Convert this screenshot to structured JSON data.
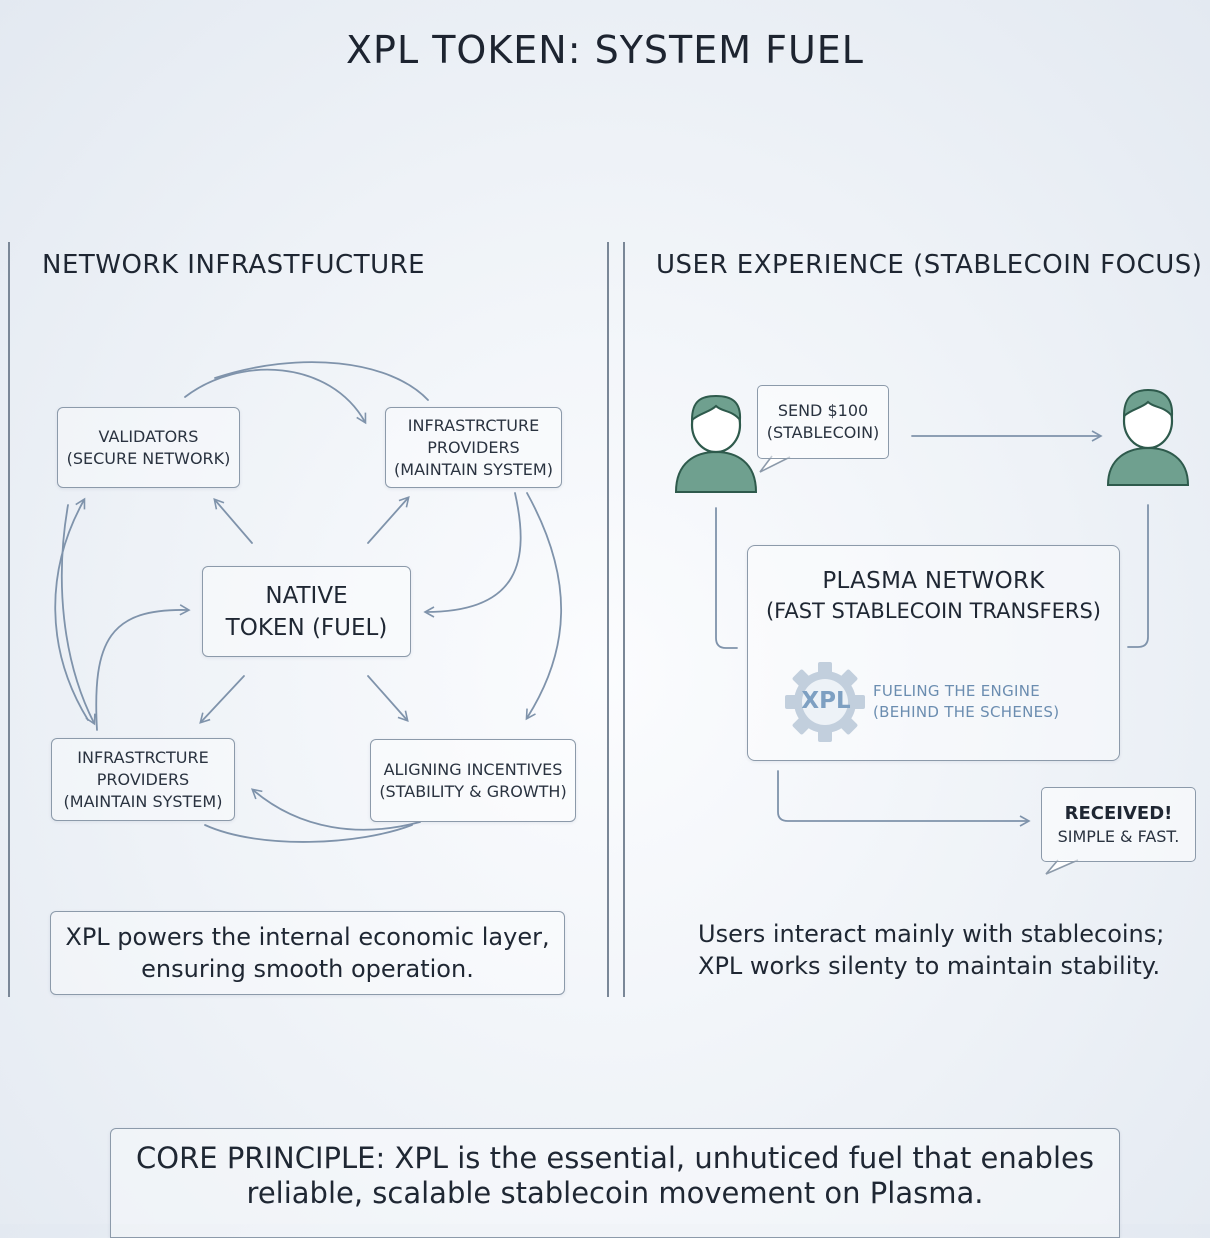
{
  "title": "XPL TOKEN: SYSTEM FUEL",
  "left": {
    "heading": "NETWORK INFRASTFUCTURE",
    "validators": {
      "line1": "VALIDATORS",
      "line2": "(SECURE NETWORK)"
    },
    "providers_top": {
      "line1": "INFRASTRCTURE",
      "line2": "PROVIDERS",
      "line3": "(MAINTAIN SYSTEM)"
    },
    "native": {
      "line1": "NATIVE",
      "line2": "TOKEN (FUEL)"
    },
    "providers_bottom": {
      "line1": "INFRASTRCTURE",
      "line2": "PROVIDERS",
      "line3": "(MAINTAIN SYSTEM)"
    },
    "incentives": {
      "line1": "ALIGNING INCENTIVES",
      "line2": "(STABILITY & GROWTH)"
    },
    "note": {
      "line1": "XPL powers the internal economic layer,",
      "line2": "ensuring smooth operation."
    }
  },
  "right": {
    "heading": "USER EXPERIENCE (STABLECOIN FOCUS)",
    "send_bubble": {
      "line1": "SEND $100",
      "line2": "(STABLECOIN)"
    },
    "plasma": {
      "title": "PLASMA NETWORK",
      "subtitle": "(FAST STABLECOIN TRANSFERS)"
    },
    "gear_label": "XPL",
    "fuel": {
      "line1": "FUELING THE ENGINE",
      "line2": "(BEHIND THE SCHENES)"
    },
    "received": {
      "line1": "RECEIVED!",
      "line2": "SIMPLE & FAST."
    },
    "note": {
      "line1": "Users interact mainly with stablecoins;",
      "line2": "XPL works silenty to maintain stability."
    }
  },
  "core": {
    "label": "CORE PRINCIPLE:",
    "text1": "XPL is the essential, unhuticed fuel that enables",
    "text2": "reliable, scalable stablecoin movement on Plasma."
  },
  "colors": {
    "line": "#7f93ab",
    "person": "#6fa08f",
    "person_stroke": "#2e5a4c",
    "gear": "#b4c4d6"
  }
}
